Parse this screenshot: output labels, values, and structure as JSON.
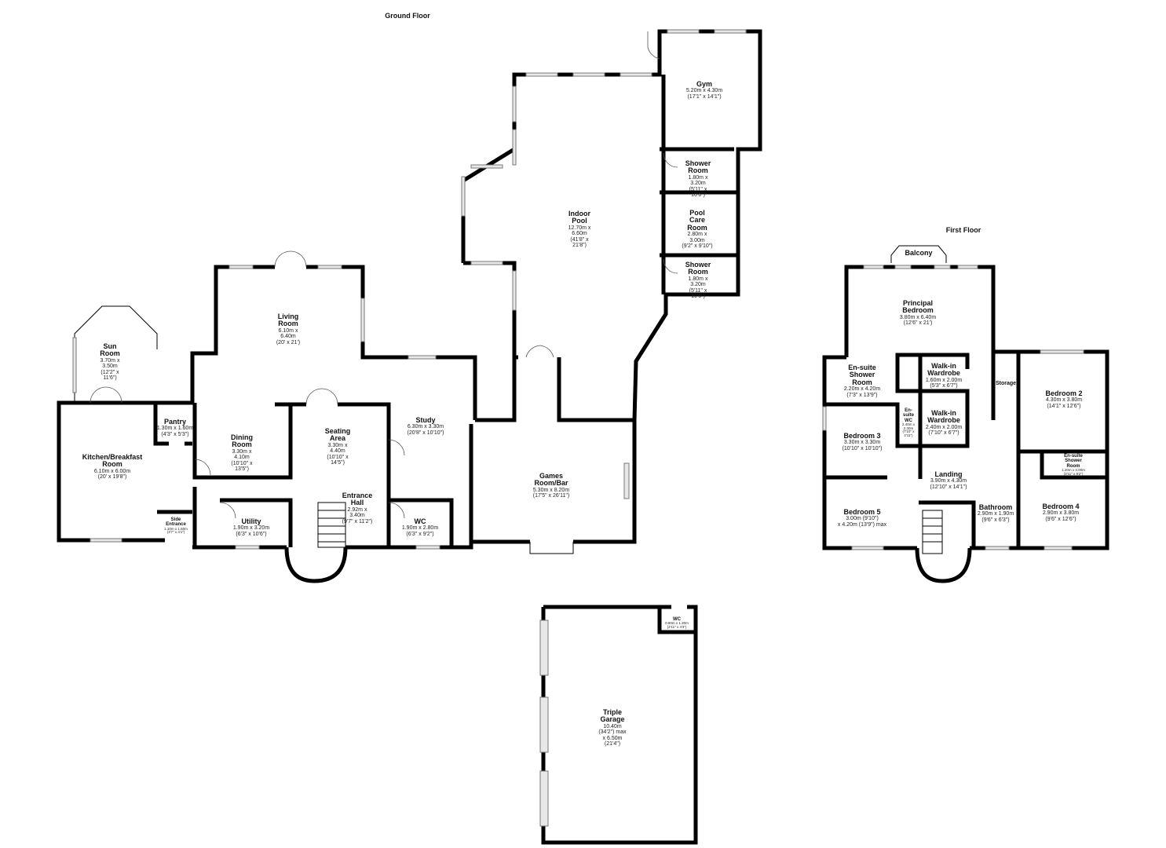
{
  "floors": {
    "ground_title": "Ground Floor",
    "first_title": "First Floor"
  },
  "ground": {
    "gym": {
      "name": "Gym",
      "metric": "5.20m x 4.30m",
      "imperial": "(17'1\" x 14'1\")"
    },
    "shower1": {
      "name": "Shower Room",
      "metric": "1.80m x 3.20m",
      "imperial": "(5'11\" x 10'6\")"
    },
    "pool_care": {
      "name": "Pool Care Room",
      "metric": "2.80m x 3.00m",
      "imperial": "(9'2\" x 9'10\")"
    },
    "shower2": {
      "name": "Shower Room",
      "metric": "1.80m x 3.20m",
      "imperial": "(5'11\" x 10'6\")"
    },
    "pool": {
      "name": "Indoor Pool",
      "metric": "12.70m x 6.60m",
      "imperial": "(41'8\" x 21'8\")"
    },
    "living": {
      "name": "Living Room",
      "metric": "6.10m x 6.40m",
      "imperial": "(20' x 21')"
    },
    "sun": {
      "name": "Sun Room",
      "metric": "3.70m x 3.50m",
      "imperial": "(12'2\" x 11'6\")"
    },
    "pantry": {
      "name": "Pantry",
      "metric": "1.30m x 1.60m",
      "imperial": "(4'3\" x 5'3\")"
    },
    "kitchen": {
      "name": "Kitchen/Breakfast Room",
      "metric": "6.10m x 6.00m",
      "imperial": "(20' x 19'8\")"
    },
    "dining": {
      "name": "Dining Room",
      "metric": "3.30m x 4.10m",
      "imperial": "(10'10\" x 13'5\")"
    },
    "seating": {
      "name": "Seating Area",
      "metric": "3.30m x 4.40m",
      "imperial": "(10'10\" x 14'5\")"
    },
    "study": {
      "name": "Study",
      "metric": "6.30m x 3.30m",
      "imperial": "(20'8\" x 10'10\")"
    },
    "games": {
      "name": "Games Room/Bar",
      "metric": "5.30m x 8.20m",
      "imperial": "(17'5\" x 26'11\")"
    },
    "entrance": {
      "name": "Entrance Hall",
      "metric": "2.92m x 3.40m",
      "imperial": "(9'7\" x 11'2\")"
    },
    "utility": {
      "name": "Utility",
      "metric": "1.90m x 3.20m",
      "imperial": "(6'3\" x 10'6\")"
    },
    "wc": {
      "name": "WC",
      "metric": "1.90m x 2.80m",
      "imperial": "(6'3\" x 9'2\")"
    },
    "side": {
      "name": "Side Entrance",
      "metric": "1.10m x 1.60m",
      "imperial": "(3'7\" x 4'1\")"
    },
    "garage": {
      "name": "Triple Garage",
      "metric": "10.40m (34'2\") max",
      "imperial": "x 6.50m (21'4\")"
    },
    "garage_wc": {
      "name": "WC",
      "metric": "0.90m x 1.30m",
      "imperial": "(2'11\" x 4'3\")"
    }
  },
  "first": {
    "balcony": {
      "name": "Balcony"
    },
    "principal": {
      "name": "Principal Bedroom",
      "metric": "3.80m x 6.40m",
      "imperial": "(12'6\" x 21')"
    },
    "ensuite": {
      "name": "En-suite Shower Room",
      "metric": "2.20m x 4.20m",
      "imperial": "(7'3\" x 13'9\")"
    },
    "wardrobe1": {
      "name": "Walk-in Wardrobe",
      "metric": "1.60m x 2.00m",
      "imperial": "(5'3\" x 6'7\")"
    },
    "wardrobe2": {
      "name": "Walk-in Wardrobe",
      "metric": "2.40m x 2.00m",
      "imperial": "(7'10\" x 6'7\")"
    },
    "storage": {
      "name": "Storage"
    },
    "bed2": {
      "name": "Bedroom 2",
      "metric": "4.30m x 3.80m",
      "imperial": "(14'1\" x 12'6\")"
    },
    "ensuite_wc": {
      "name": "En-suite WC",
      "metric": "2.40m x 2.30m",
      "imperial": "(7'10\" x 2'11\")"
    },
    "bed3": {
      "name": "Bedroom 3",
      "metric": "3.30m x 3.30m",
      "imperial": "(10'10\" x 10'10\")"
    },
    "ensuite2": {
      "name": "En-suite Shower Room",
      "metric": "1.20m x 3.00m",
      "imperial": "(3'11\" x 9'2\")"
    },
    "landing": {
      "name": "Landing",
      "metric": "3.90m x 4.30m",
      "imperial": "(12'10\" x 14'1\")"
    },
    "bed5": {
      "name": "Bedroom 5",
      "metric": "3.00m (9'10\")",
      "imperial": "x 4.20m (13'9\") max"
    },
    "bathroom": {
      "name": "Bathroom",
      "metric": "2.90m x 1.90m",
      "imperial": "(9'6\" x 6'3\")"
    },
    "bed4": {
      "name": "Bedroom 4",
      "metric": "2.90m x 3.80m",
      "imperial": "(9'6\" x 12'6\")"
    }
  }
}
